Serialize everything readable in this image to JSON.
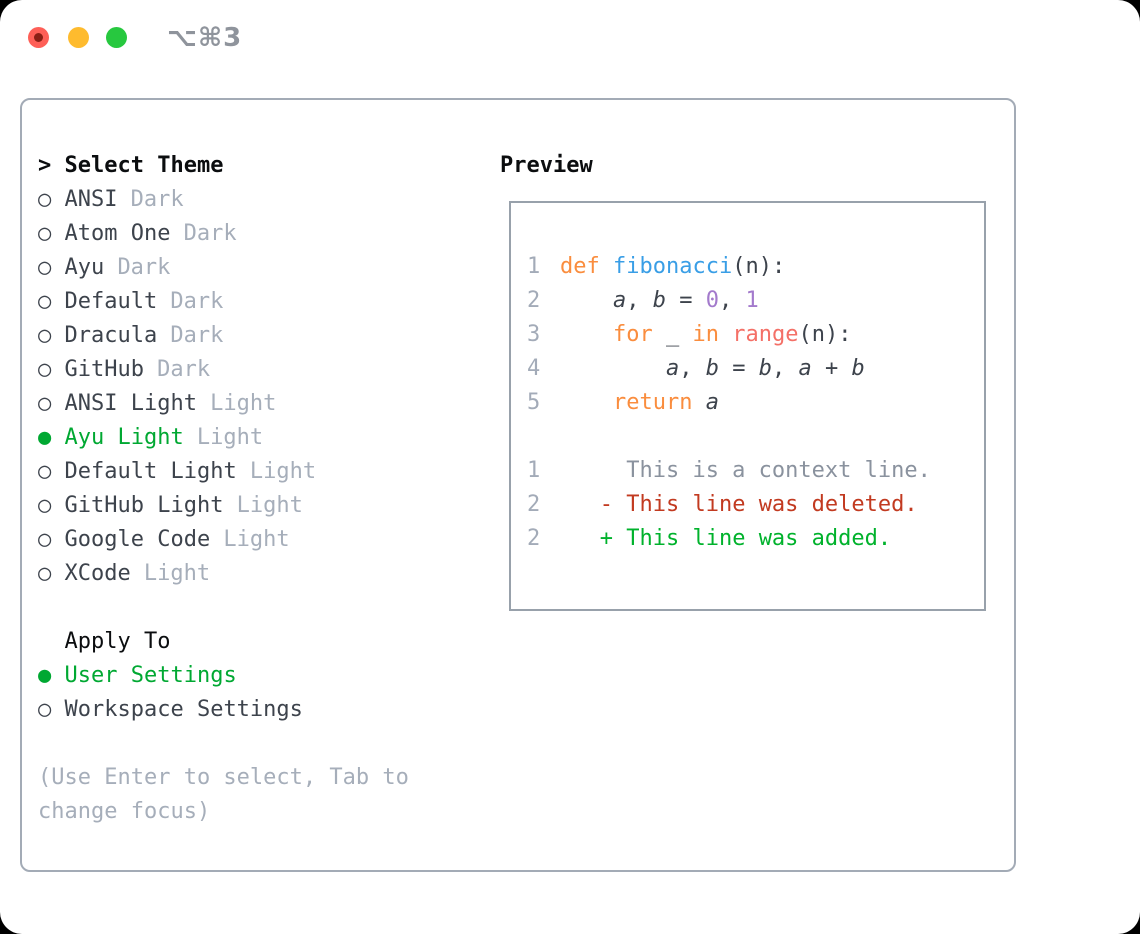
{
  "window": {
    "title": "⌥⌘3"
  },
  "theme_picker": {
    "header_prefix": ">",
    "header": "Select Theme",
    "themes": [
      {
        "name": "ANSI",
        "variant": "Dark",
        "selected": false
      },
      {
        "name": "Atom One",
        "variant": "Dark",
        "selected": false
      },
      {
        "name": "Ayu",
        "variant": "Dark",
        "selected": false
      },
      {
        "name": "Default",
        "variant": "Dark",
        "selected": false
      },
      {
        "name": "Dracula",
        "variant": "Dark",
        "selected": false
      },
      {
        "name": "GitHub",
        "variant": "Dark",
        "selected": false
      },
      {
        "name": "ANSI Light",
        "variant": "Light",
        "selected": false
      },
      {
        "name": "Ayu Light",
        "variant": "Light",
        "selected": true
      },
      {
        "name": "Default Light",
        "variant": "Light",
        "selected": false
      },
      {
        "name": "GitHub Light",
        "variant": "Light",
        "selected": false
      },
      {
        "name": "Google Code",
        "variant": "Light",
        "selected": false
      },
      {
        "name": "XCode",
        "variant": "Light",
        "selected": false
      }
    ],
    "apply_to": {
      "header": "Apply To",
      "options": [
        {
          "label": "User Settings",
          "selected": true
        },
        {
          "label": "Workspace Settings",
          "selected": false
        }
      ]
    },
    "help": "(Use Enter to select, Tab to change focus)"
  },
  "preview": {
    "header": "Preview",
    "lines": [
      {
        "gutter": "1",
        "tokens": [
          [
            "kw",
            "def"
          ],
          [
            "plain",
            " "
          ],
          [
            "fn",
            "fibonacci"
          ],
          [
            "plain",
            "(n):"
          ]
        ]
      },
      {
        "gutter": "2",
        "tokens": [
          [
            "plain",
            "    "
          ],
          [
            "var",
            "a"
          ],
          [
            "plain",
            ", "
          ],
          [
            "var",
            "b"
          ],
          [
            "plain",
            " = "
          ],
          [
            "lit",
            "0"
          ],
          [
            "plain",
            ", "
          ],
          [
            "lit",
            "1"
          ]
        ]
      },
      {
        "gutter": "3",
        "tokens": [
          [
            "plain",
            "    "
          ],
          [
            "kw",
            "for"
          ],
          [
            "plain",
            " _ "
          ],
          [
            "kw",
            "in"
          ],
          [
            "plain",
            " "
          ],
          [
            "call",
            "range"
          ],
          [
            "plain",
            "(n):"
          ]
        ]
      },
      {
        "gutter": "4",
        "tokens": [
          [
            "plain",
            "        "
          ],
          [
            "var",
            "a"
          ],
          [
            "plain",
            ", "
          ],
          [
            "var",
            "b"
          ],
          [
            "plain",
            " = "
          ],
          [
            "var",
            "b"
          ],
          [
            "plain",
            ", "
          ],
          [
            "var",
            "a"
          ],
          [
            "plain",
            " + "
          ],
          [
            "var",
            "b"
          ]
        ]
      },
      {
        "gutter": "5",
        "tokens": [
          [
            "plain",
            "    "
          ],
          [
            "kw",
            "return"
          ],
          [
            "plain",
            " "
          ],
          [
            "var",
            "a"
          ]
        ]
      },
      {
        "gutter": "",
        "tokens": []
      },
      {
        "gutter": "1",
        "tokens": [
          [
            "ctx",
            "     This is a context line."
          ]
        ]
      },
      {
        "gutter": "2",
        "tokens": [
          [
            "plain",
            "   "
          ],
          [
            "del",
            "- This line was deleted."
          ]
        ]
      },
      {
        "gutter": "2",
        "tokens": [
          [
            "plain",
            "   "
          ],
          [
            "add",
            "+ This line was added."
          ]
        ]
      }
    ]
  },
  "icons": {
    "radio_unselected": "○",
    "radio_selected": "●"
  },
  "colors": {
    "accent_green": "#00a832",
    "added_green": "#00b22c",
    "deleted_red": "#c23a20",
    "keyword_orange": "#fa8d3e",
    "function_blue": "#399ee6",
    "literal_purple": "#a37acc",
    "call_salmon": "#f47067",
    "ink": "#3d434c",
    "heading": "#0b0d0f",
    "muted": "#a6aeba",
    "gutter": "#a3abb8",
    "context": "#8a929e",
    "panel_border": "#a3abb6",
    "box_border": "#98a1ab",
    "traffic_red": "#fe5f57",
    "traffic_yellow": "#febb2e",
    "traffic_green": "#27c83f",
    "close_dot": "#8a1f15",
    "title_gray": "#8f949c"
  }
}
